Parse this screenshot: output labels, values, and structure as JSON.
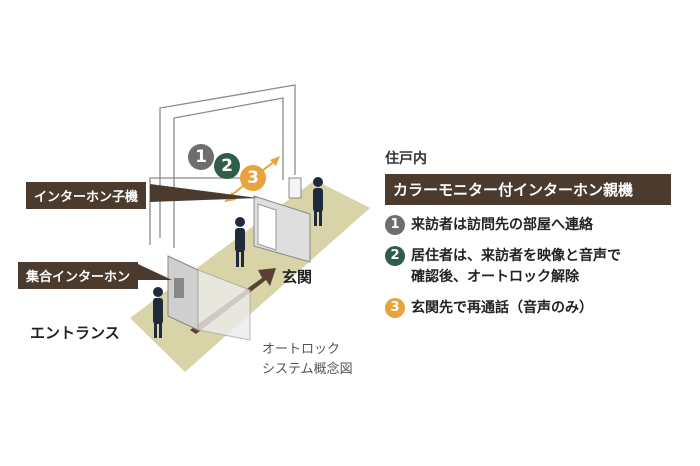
{
  "colors": {
    "step1": "#6e6e6e",
    "step2": "#2f5d4a",
    "step3": "#e8a33a",
    "floor": "#d9d3a8",
    "label_bg": "#4b3b2e",
    "arrow": "#5a4030"
  },
  "labels": {
    "intercom_handset": "インターホン子機",
    "shared_intercom": "集合インターホン",
    "entrance": "エントランス",
    "genkan": "玄関"
  },
  "caption": {
    "line1": "オートロック",
    "line2": "システム概念図"
  },
  "panel": {
    "location": "住戸内",
    "device": "カラーモニター付インターホン親機",
    "steps": [
      {
        "number": "1",
        "lines": [
          "来訪者は訪問先の部屋へ連絡"
        ]
      },
      {
        "number": "2",
        "lines": [
          "居住者は、来訪者を映像と音声で",
          "確認後、オートロック解除"
        ]
      },
      {
        "number": "3",
        "lines": [
          "玄関先で再通話（音声のみ）"
        ]
      }
    ]
  },
  "markers": [
    "1",
    "2",
    "3"
  ]
}
